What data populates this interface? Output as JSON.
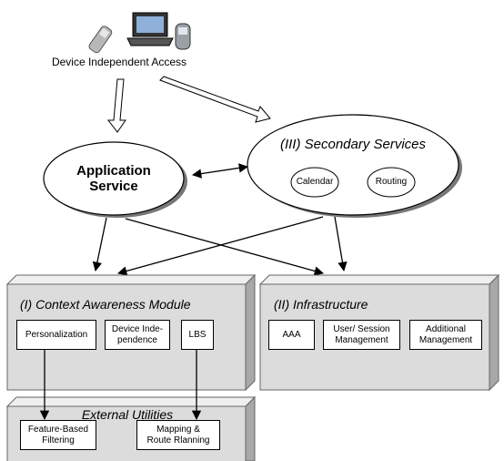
{
  "device_access": {
    "label": "Device Independent Access",
    "icons": [
      "mobile-phone-icon",
      "laptop-icon",
      "handheld-device-icon"
    ]
  },
  "application_service": {
    "label_line1": "Application",
    "label_line2": "Service"
  },
  "secondary_services": {
    "title": "(III) Secondary Services",
    "items": [
      "Calendar",
      "Routing"
    ]
  },
  "context_module": {
    "title": "(I) Context Awareness Module",
    "items": [
      "Personalization",
      "Device Inde-\npendence",
      "LBS"
    ]
  },
  "infrastructure": {
    "title": "(II) Infrastructure",
    "items": [
      "AAA",
      "User/ Session\nManagement",
      "Additional\nManagement"
    ]
  },
  "external_utilities": {
    "title": "External Utilities",
    "items": [
      "Feature-Based\nFiltering",
      "Mapping &\nRoute Rlanning"
    ]
  },
  "colors": {
    "panel_face": "#dcdcdc",
    "panel_side": "#a8a8a8",
    "panel_top": "#efefef"
  }
}
